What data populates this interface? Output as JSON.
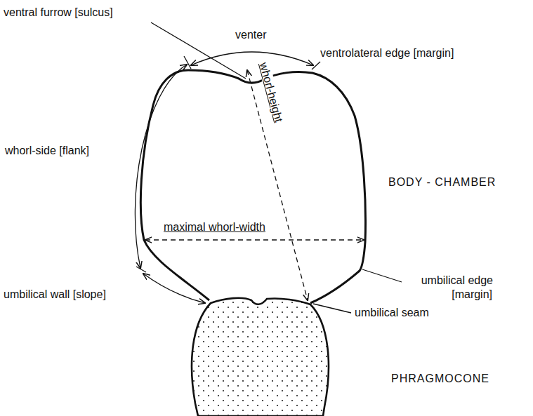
{
  "diagram": {
    "labels": [
      "ventral furrow [sulcus]",
      "venter",
      "ventrolateral edge [margin]",
      "whorl-side [flank]",
      "whorl-height",
      "maximal whorl-width",
      "BODY - CHAMBER",
      "umbilical wall [slope]",
      "umbilical edge [margin]",
      "umbilical seam",
      "PHRAGMOCONE"
    ]
  }
}
